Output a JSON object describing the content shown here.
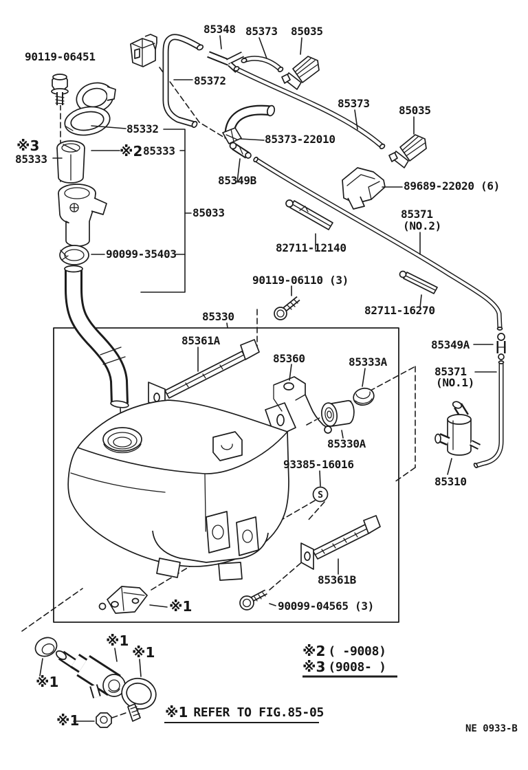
{
  "parts": {
    "n90119_06451": "90119-06451",
    "n85348": "85348",
    "n85373": "85373",
    "n85035": "85035",
    "n85372": "85372",
    "n85332": "85332",
    "n85333": "85333",
    "n85373_22010": "85373-22010",
    "n85349B": "85349B",
    "n89689_22020": "89689-22020 (6)",
    "n85033": "85033",
    "n85371": "85371",
    "no2": "(NO.2)",
    "no1": "(NO.1)",
    "n82711_12140": "82711-12140",
    "n90099_35403": "90099-35403",
    "n90119_06110": "90119-06110 (3)",
    "n82711_16270": "82711-16270",
    "n85330": "85330",
    "n85361A": "85361A",
    "n85349A": "85349A",
    "n85360": "85360",
    "n85333A": "85333A",
    "n85330A": "85330A",
    "n93385_16016": "93385-16016",
    "n85310": "85310",
    "n85361B": "85361B",
    "n90099_04565": "90099-04565 (3)",
    "screw_symbol": "S"
  },
  "marks": {
    "ref1": "※1",
    "ref2": "※2",
    "ref3": "※3"
  },
  "footnotes": {
    "ref2_applicability": "(    -9008)",
    "ref3_applicability": "(9008-    )",
    "ref1_note": "REFER TO FIG.85-05",
    "sheet_code": "NE 0933-B"
  }
}
